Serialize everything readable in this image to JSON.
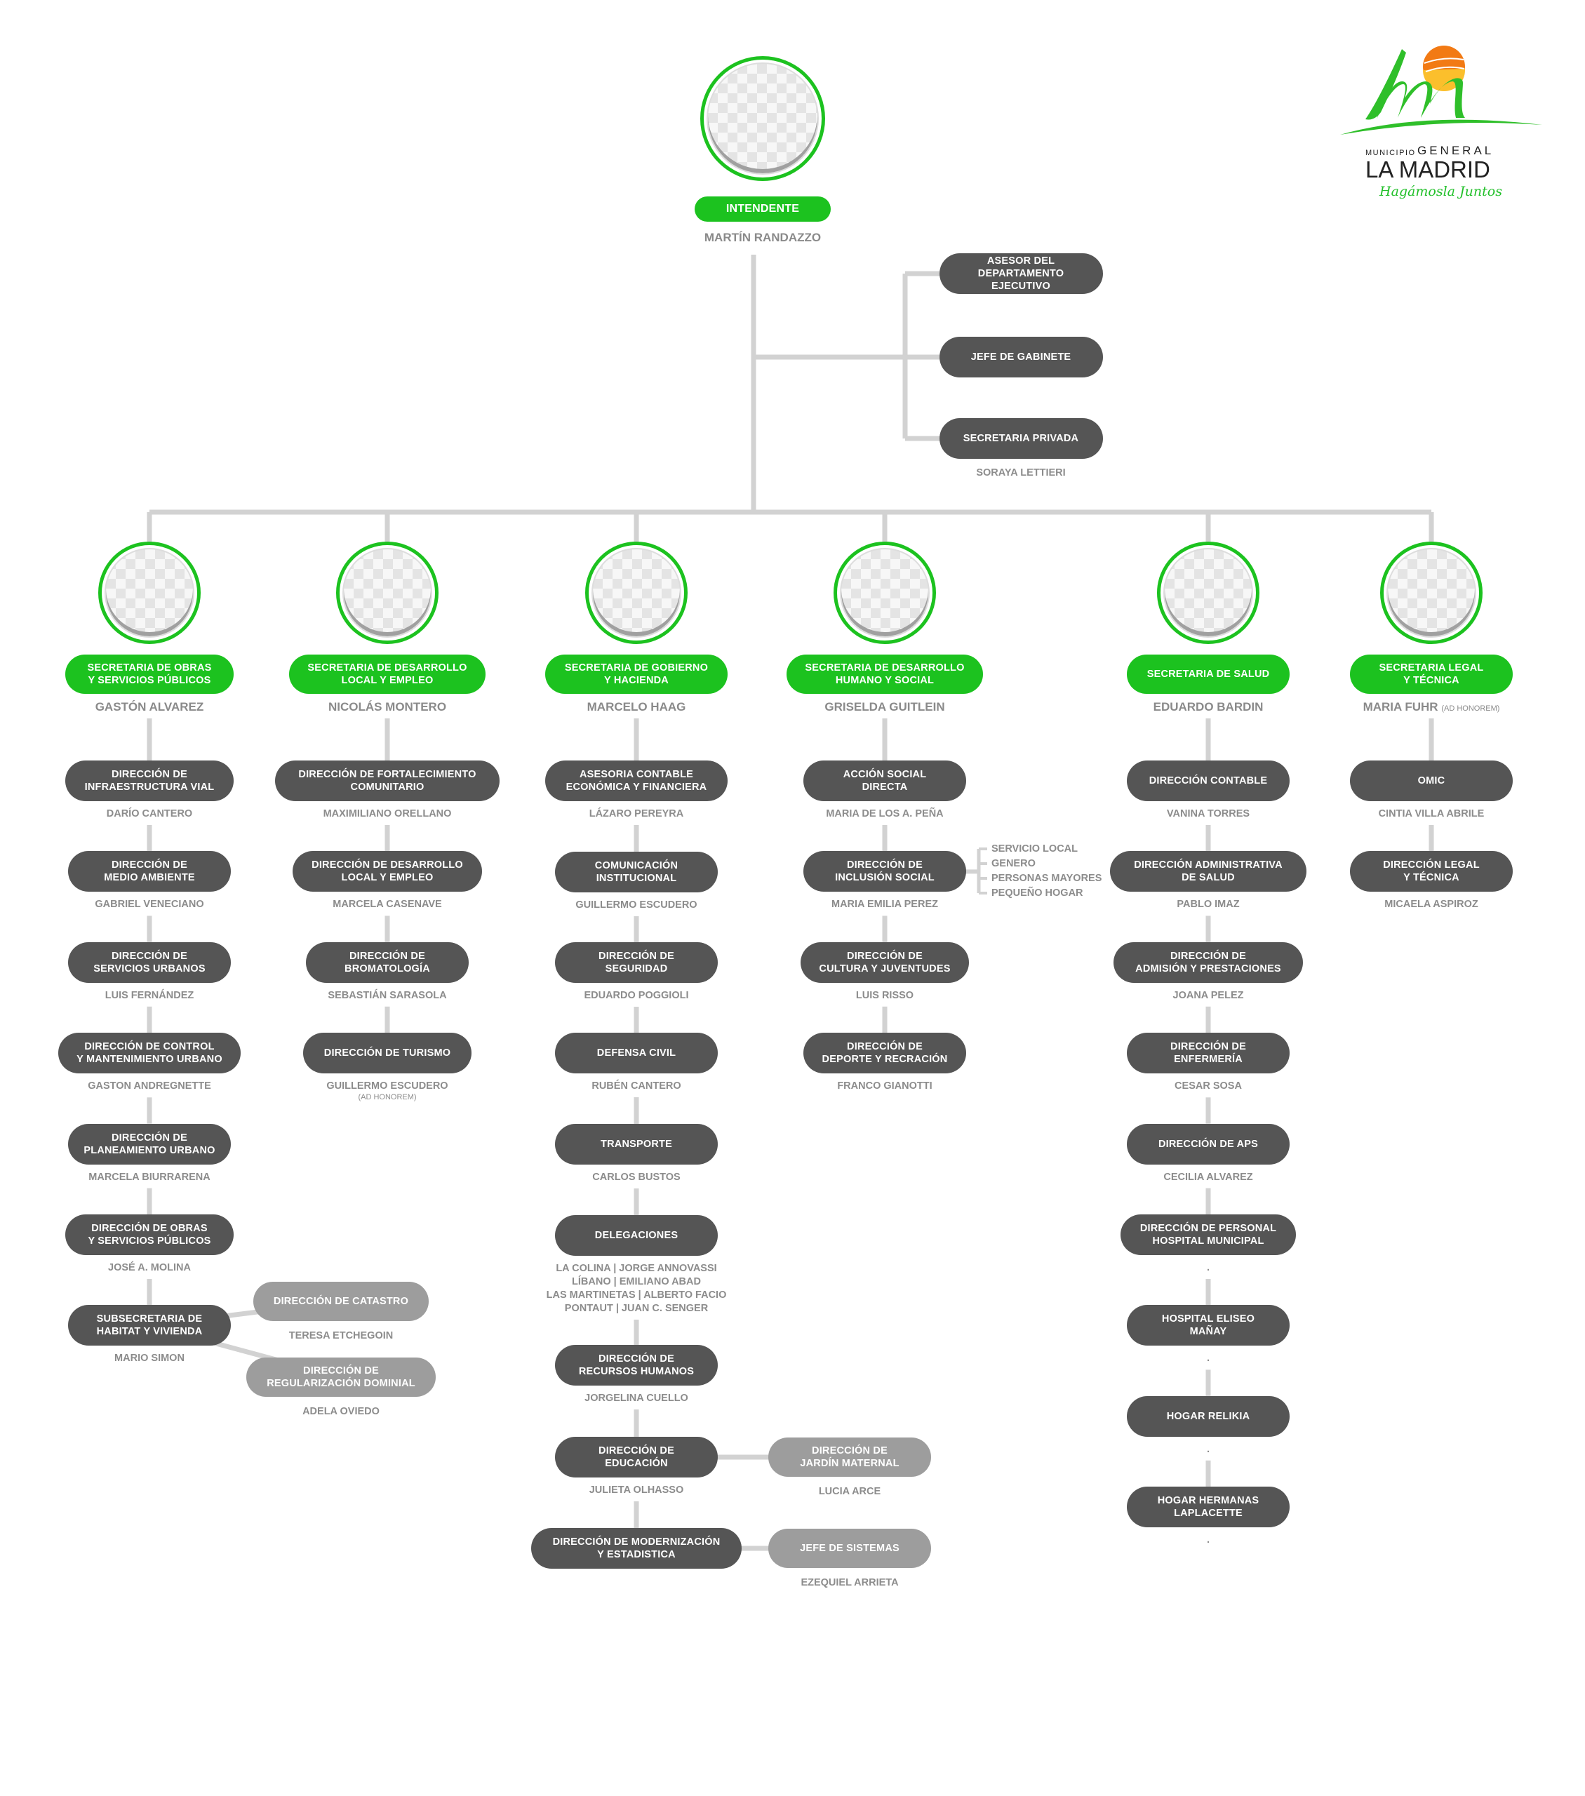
{
  "colors": {
    "green": "#1cc21f",
    "dark_pill": "#555555",
    "light_pill": "#9d9d9d",
    "connector": "#d2d2d2",
    "name_text": "#8c8c8c",
    "sun_orange": "#f27a14",
    "sun_yellow": "#fbbf2c"
  },
  "logo": {
    "municipio": "MUNICIPIO",
    "general": "GENERAL",
    "city": "LA MADRID",
    "slogan": "Hagámosla Juntos"
  },
  "intendente": {
    "label": "INTENDENTE",
    "name": "MARTÍN RANDAZZO"
  },
  "staff": [
    {
      "label": "ASESOR DEL\nDEPARTAMENTO EJECUTIVO",
      "name": ""
    },
    {
      "label": "JEFE DE GABINETE",
      "name": ""
    },
    {
      "label": "SECRETARIA PRIVADA",
      "name": "SORAYA LETTIERI"
    }
  ],
  "secretarias": [
    {
      "label": "SECRETARIA DE OBRAS\nY SERVICIOS PÚBLICOS",
      "name": "GASTÓN ALVAREZ",
      "note": "",
      "children": [
        {
          "label": "DIRECCIÓN DE\nINFRAESTRUCTURA VIAL",
          "name": "DARÍO CANTERO"
        },
        {
          "label": "DIRECCIÓN DE\nMEDIO AMBIENTE",
          "name": "GABRIEL VENECIANO"
        },
        {
          "label": "DIRECCIÓN DE\nSERVICIOS URBANOS",
          "name": "LUIS FERNÁNDEZ"
        },
        {
          "label": "DIRECCIÓN DE CONTROL\nY MANTENIMIENTO URBANO",
          "name": "GASTON ANDREGNETTE"
        },
        {
          "label": "DIRECCIÓN DE\nPLANEAMIENTO URBANO",
          "name": "MARCELA BIURRARENA"
        },
        {
          "label": "DIRECCIÓN DE OBRAS\nY SERVICIOS PÚBLICOS",
          "name": "JOSÉ A. MOLINA"
        },
        {
          "label": "SUBSECRETARIA DE\nHABITAT Y VIVIENDA",
          "name": "MARIO SIMON",
          "subs": [
            {
              "label": "DIRECCIÓN DE CATASTRO",
              "name": "TERESA ETCHEGOIN"
            },
            {
              "label": "DIRECCIÓN DE\nREGULARIZACIÓN DOMINIAL",
              "name": "ADELA OVIEDO"
            }
          ]
        }
      ]
    },
    {
      "label": "SECRETARIA DE DESARROLLO\nLOCAL Y EMPLEO",
      "name": "NICOLÁS MONTERO",
      "note": "",
      "children": [
        {
          "label": "DIRECCIÓN DE FORTALECIMIENTO\nCOMUNITARIO",
          "name": "MAXIMILIANO ORELLANO"
        },
        {
          "label": "DIRECCIÓN DE DESARROLLO\nLOCAL Y EMPLEO",
          "name": "MARCELA CASENAVE"
        },
        {
          "label": "DIRECCIÓN DE\nBROMATOLOGÍA",
          "name": "SEBASTIÁN SARASOLA"
        },
        {
          "label": "DIRECCIÓN DE TURISMO",
          "name": "GUILLERMO ESCUDERO",
          "note": "(AD HONOREM)"
        }
      ]
    },
    {
      "label": "SECRETARIA DE GOBIERNO\nY HACIENDA",
      "name": "MARCELO HAAG",
      "note": "",
      "children": [
        {
          "label": "ASESORIA CONTABLE\nECONÓMICA Y FINANCIERA",
          "name": "LÁZARO PEREYRA"
        },
        {
          "label": "COMUNICACIÓN\nINSTITUCIONAL",
          "name": "GUILLERMO ESCUDERO"
        },
        {
          "label": "DIRECCIÓN DE\nSEGURIDAD",
          "name": "EDUARDO POGGIOLI"
        },
        {
          "label": "DEFENSA CIVIL",
          "name": "RUBÉN CANTERO"
        },
        {
          "label": "TRANSPORTE",
          "name": "CARLOS BUSTOS"
        },
        {
          "label": "DELEGACIONES",
          "name": "LA COLINA | JORGE ANNOVASSI\nLÍBANO | EMILIANO ABAD\nLAS MARTINETAS | ALBERTO FACIO\nPONTAUT | JUAN C. SENGER"
        },
        {
          "label": "DIRECCIÓN DE\nRECURSOS HUMANOS",
          "name": "JORGELINA CUELLO"
        },
        {
          "label": "DIRECCIÓN DE\nEDUCACIÓN",
          "name": "JULIETA OLHASSO",
          "subs": [
            {
              "label": "DIRECCIÓN DE\nJARDÍN MATERNAL",
              "name": "LUCIA ARCE"
            }
          ]
        },
        {
          "label": "DIRECCIÓN DE MODERNIZACIÓN\nY ESTADISTICA",
          "name": "",
          "subs": [
            {
              "label": "JEFE DE SISTEMAS",
              "name": "EZEQUIEL ARRIETA"
            }
          ]
        }
      ]
    },
    {
      "label": "SECRETARIA DE DESARROLLO\nHUMANO Y SOCIAL",
      "name": "GRISELDA GUITLEIN",
      "note": "",
      "children": [
        {
          "label": "ACCIÓN SOCIAL\nDIRECTA",
          "name": "MARIA DE LOS A. PEÑA"
        },
        {
          "label": "DIRECCIÓN DE\nINCLUSIÓN SOCIAL",
          "name": "MARIA EMILIA PEREZ",
          "list": [
            "SERVICIO LOCAL",
            "GENERO",
            "PERSONAS MAYORES",
            "PEQUEÑO HOGAR"
          ]
        },
        {
          "label": "DIRECCIÓN DE\nCULTURA Y JUVENTUDES",
          "name": "LUIS RISSO"
        },
        {
          "label": "DIRECCIÓN DE\nDEPORTE Y RECRACIÓN",
          "name": "FRANCO GIANOTTI"
        }
      ]
    },
    {
      "label": "SECRETARIA DE SALUD",
      "name": "EDUARDO BARDIN",
      "note": "",
      "children": [
        {
          "label": "DIRECCIÓN CONTABLE",
          "name": "VANINA TORRES"
        },
        {
          "label": "DIRECCIÓN ADMINISTRATIVA\nDE SALUD",
          "name": "PABLO IMAZ"
        },
        {
          "label": "DIRECCIÓN DE\nADMISIÓN Y PRESTACIONES",
          "name": "JOANA PELEZ"
        },
        {
          "label": "DIRECCIÓN DE\nENFERMERÍA",
          "name": "CESAR SOSA"
        },
        {
          "label": "DIRECCIÓN DE APS",
          "name": "CECILIA ALVAREZ"
        },
        {
          "label": "DIRECCIÓN DE PERSONAL\nHOSPITAL MUNICIPAL",
          "name": "."
        },
        {
          "label": "HOSPITAL ELISEO\nMAÑAY",
          "name": "."
        },
        {
          "label": "HOGAR RELIKIA",
          "name": "."
        },
        {
          "label": "HOGAR HERMANAS\nLAPLACETTE",
          "name": "."
        }
      ]
    },
    {
      "label": "SECRETARIA LEGAL\nY TÉCNICA",
      "name": "MARIA FUHR",
      "note": "(AD HONOREM)",
      "children": [
        {
          "label": "OMIC",
          "name": "CINTIA VILLA ABRILE"
        },
        {
          "label": "DIRECCIÓN LEGAL\nY TÉCNICA",
          "name": "MICAELA ASPIROZ"
        }
      ]
    }
  ]
}
